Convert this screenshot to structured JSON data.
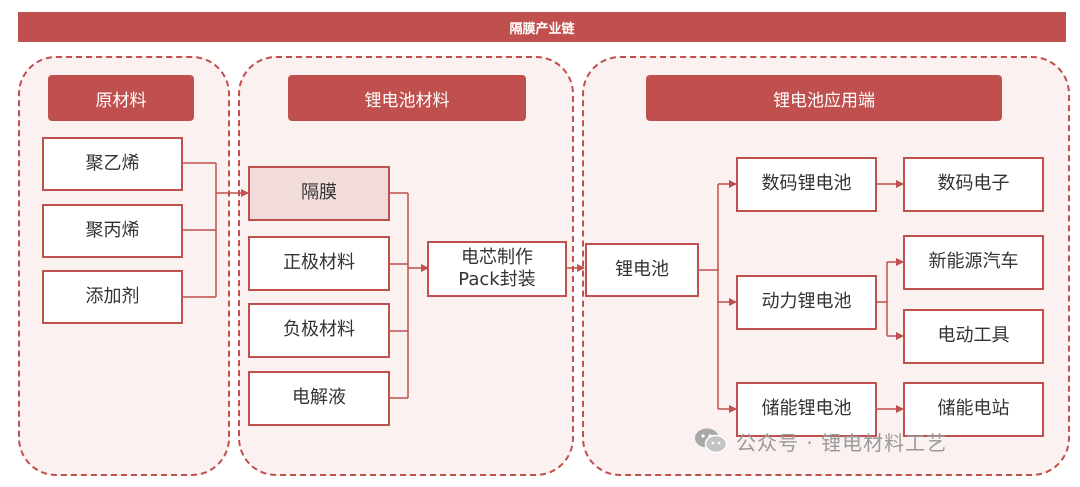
{
  "title": "隔膜产业链",
  "sections": {
    "raw": "原材料",
    "materials": "锂电池材料",
    "application": "锂电池应用端"
  },
  "nodes": {
    "pp": "聚乙烯",
    "pe": "聚丙烯",
    "additive": "添加剂",
    "separator": "隔膜",
    "cathode": "正极材料",
    "anode": "负极材料",
    "electrolyte": "电解液",
    "cell_line1": "电芯制作",
    "cell_line2": "Pack封装",
    "battery": "锂电池",
    "digital_battery": "数码锂电池",
    "power_battery": "动力锂电池",
    "storage_battery": "储能锂电池",
    "digital_electronics": "数码电子",
    "nev": "新能源汽车",
    "power_tools": "电动工具",
    "storage_station": "储能电站"
  },
  "watermark": "公众号 · 锂电材料工艺",
  "colors": {
    "accent": "#c0504d",
    "highlight": "#f2dcdb",
    "section_bg": "#fbf1f1"
  },
  "icons": {
    "watermark_icon": "wechat-icon"
  }
}
